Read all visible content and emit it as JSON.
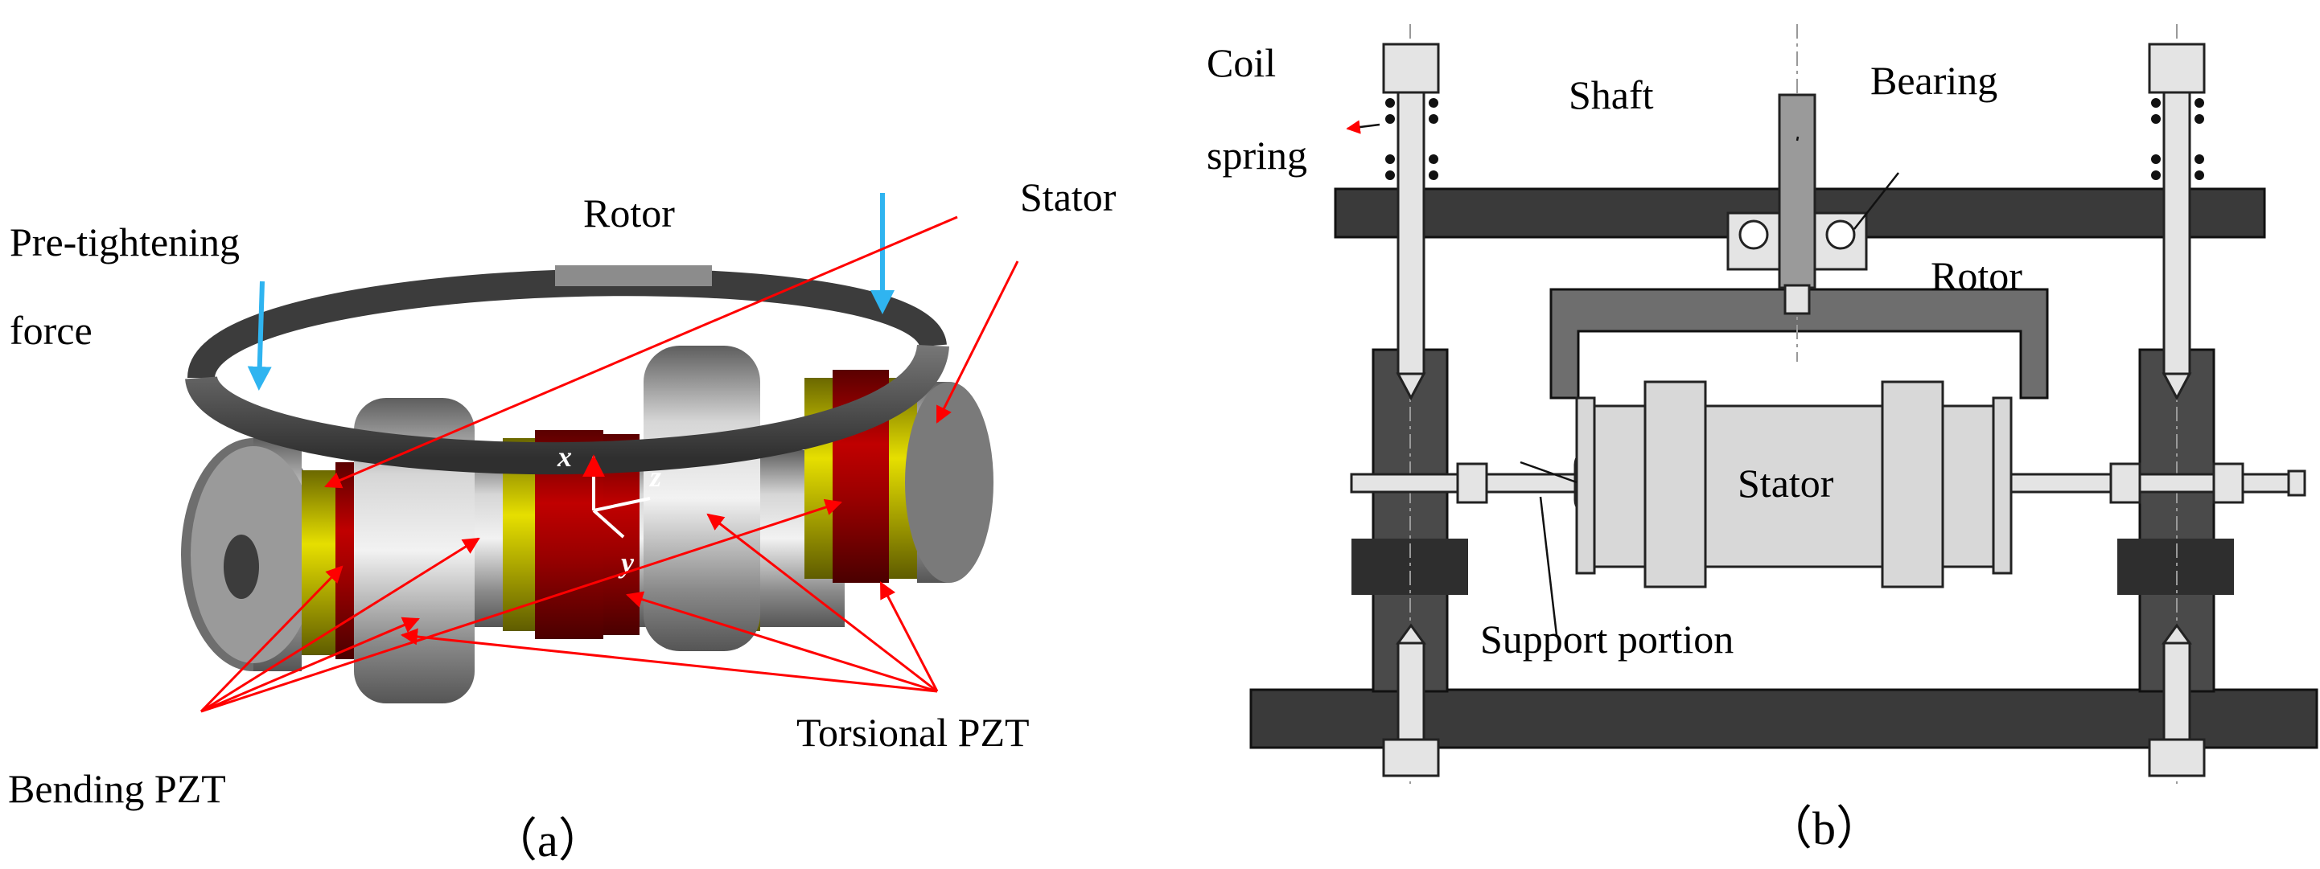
{
  "panel_a": {
    "caption": "（a）",
    "labels": {
      "rotor": "Rotor",
      "stator": "Stator",
      "pretightening_line1": "Pre-tightening",
      "pretightening_line2": "force",
      "bending_pzt": "Bending PZT",
      "torsional_pzt": "Torsional  PZT",
      "axis_x": "x",
      "axis_y": "y",
      "axis_z": "z"
    }
  },
  "panel_b": {
    "caption": "（b）",
    "labels": {
      "coil_line1": "Coil",
      "coil_line2": "spring",
      "shaft": "Shaft",
      "bearing": "Bearing",
      "rotor": "Rotor",
      "stator": "Stator",
      "support": "Support portion"
    }
  },
  "colors": {
    "force_arrow": "#2fb4f0",
    "callout": "#ff0000",
    "pzt_red": "#b30000",
    "pzt_yellow": "#d9d200",
    "metal": "#8f8f8f",
    "frame_dark": "#3a3a3a",
    "stator_fill": "#d8d8d8",
    "rotor_fill": "#6e6e6e"
  }
}
